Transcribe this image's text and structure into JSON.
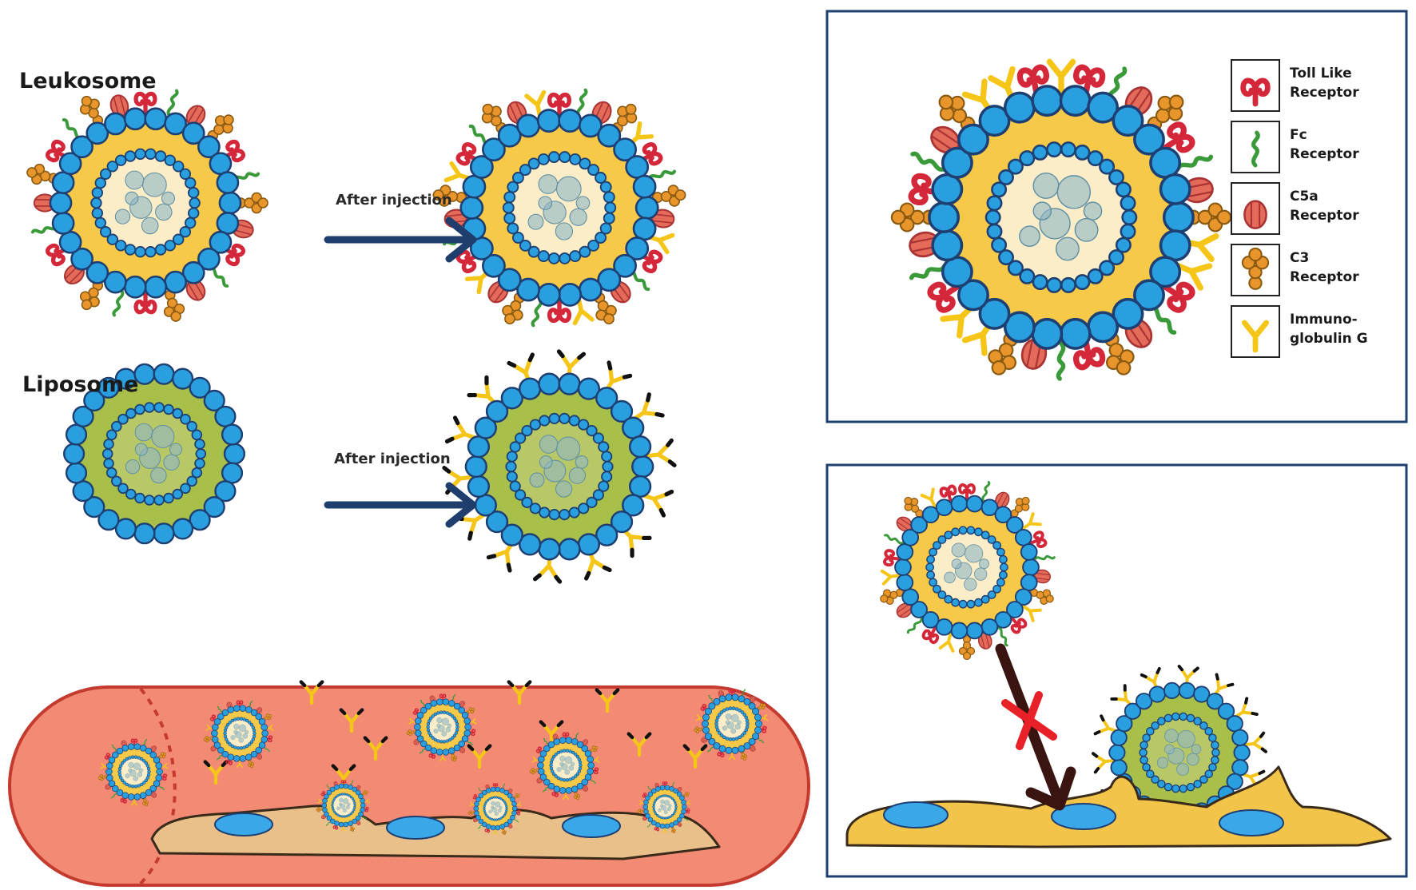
{
  "labels": {
    "leukosome": "Leukosome",
    "liposome": "Liposome",
    "after_injection_1": "After injection",
    "after_injection_2": "After injection"
  },
  "legend": [
    {
      "icon": "toll-like-receptor-icon",
      "line1": "Toll Like",
      "line2": "Receptor"
    },
    {
      "icon": "fc-receptor-icon",
      "line1": "Fc",
      "line2": "Receptor"
    },
    {
      "icon": "c5a-receptor-icon",
      "line1": "C5a",
      "line2": "Receptor"
    },
    {
      "icon": "c3-receptor-icon",
      "line1": "C3",
      "line2": "Receptor"
    },
    {
      "icon": "immunoglobulin-g-icon",
      "line1": "Immuno-",
      "line2": "globulin G"
    }
  ],
  "colors": {
    "bead_blue": "#2a9fe0",
    "bead_stroke": "#1d3f72",
    "leukosome_core": "#f7c948",
    "leukosome_inner": "#fbedc8",
    "liposome_core": "#a8c04a",
    "liposome_inner": "#b8c866",
    "arrow": "#1f3d6d",
    "vessel": "#f28a74",
    "vessel_border": "#c43a2e",
    "tlr_red": "#d4283a",
    "c3_orange": "#e8962c",
    "c5a_red": "#e46a5a",
    "igg_yellow": "#f5c518",
    "fc_green": "#3a9a3a",
    "cell_yellow": "#f2c44a",
    "nucleus_blue": "#3aa7e8",
    "block_red": "#e82028",
    "path_brown": "#3a1410"
  }
}
